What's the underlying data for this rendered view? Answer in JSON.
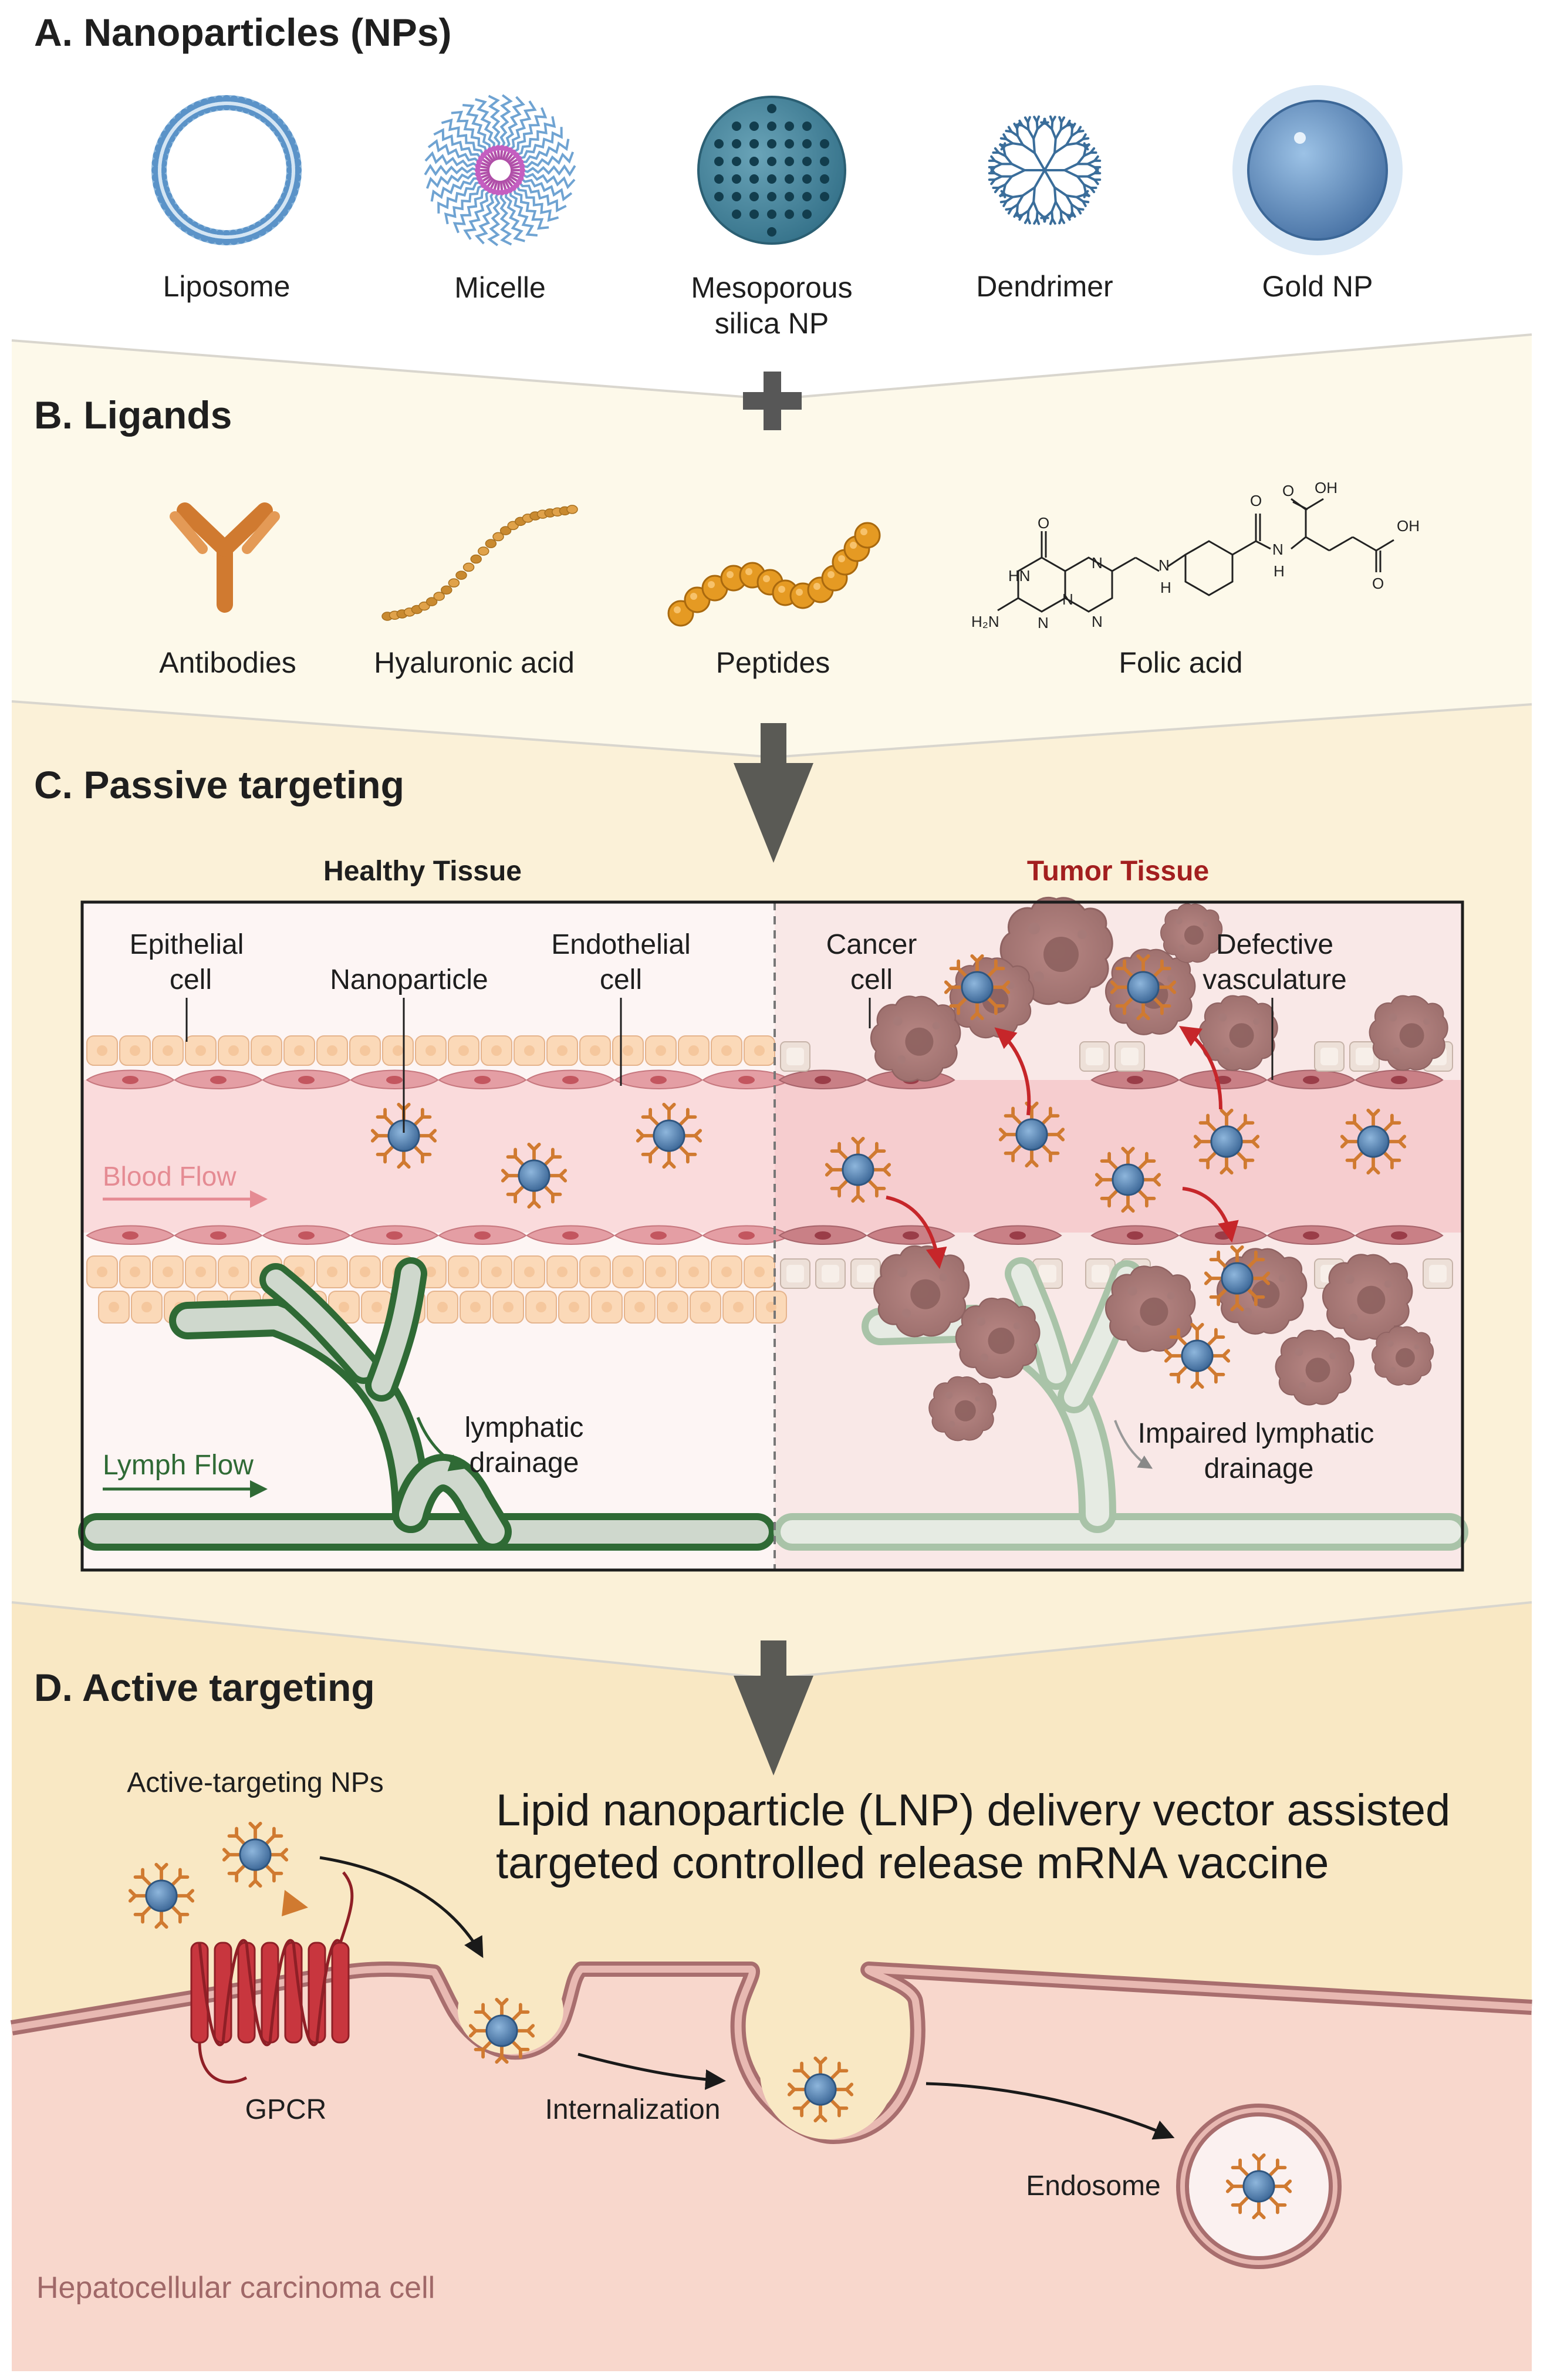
{
  "sections": {
    "a_title": "A. Nanoparticles (NPs)",
    "b_title": "B. Ligands",
    "c_title": "C. Passive targeting",
    "d_title": "D. Active targeting"
  },
  "nanoparticles": {
    "liposome": "Liposome",
    "micelle": "Micelle",
    "mesoporous_line1": "Mesoporous",
    "mesoporous_line2": "silica NP",
    "dendrimer": "Dendrimer",
    "gold": "Gold NP"
  },
  "ligands": {
    "antibodies": "Antibodies",
    "hyaluronic": "Hyaluronic acid",
    "peptides": "Peptides",
    "folic": "Folic acid",
    "folic_atoms": {
      "oh1": "OH",
      "oh2": "OH",
      "o1": "O",
      "o2": "O",
      "o3": "O",
      "o4": "O",
      "hn": "HN",
      "h2n": "H₂N",
      "n1": "N",
      "n2": "N",
      "n3": "N",
      "n4": "N",
      "nh_n": "N",
      "nh_h": "H",
      "amide_n": "N",
      "amide_h": "H"
    }
  },
  "passive": {
    "healthy": "Healthy Tissue",
    "tumor": "Tumor Tissue",
    "epithelial_line1": "Epithelial",
    "epithelial_line2": "cell",
    "nanoparticle": "Nanoparticle",
    "endothelial_line1": "Endothelial",
    "endothelial_line2": "cell",
    "cancer_line1": "Cancer",
    "cancer_line2": "cell",
    "defective_line1": "Defective",
    "defective_line2": "vasculature",
    "blood_flow": "Blood Flow",
    "lymph_flow": "Lymph Flow",
    "lymph_drain_line1": "lymphatic",
    "lymph_drain_line2": "drainage",
    "impaired_line1": "Impaired lymphatic",
    "impaired_line2": "drainage"
  },
  "active": {
    "nps": "Active-targeting NPs",
    "caption_line1": "Lipid nanoparticle (LNP) delivery vector assisted",
    "caption_line2": "targeted controlled release mRNA vaccine",
    "gpcr": "GPCR",
    "internalization": "Internalization",
    "endosome": "Endosome",
    "cell": "Hepatocellular carcinoma cell"
  },
  "colors": {
    "ligand_bg": "#fdf9ea",
    "passive_bg": "#fbf1d8",
    "active_bg": "#f9e8c4",
    "cell_bg": "#f8d7cc",
    "tumor_label": "#a31f1f",
    "nanoparticle": "#4d79a8",
    "ligand_orange": "#d97b2c"
  }
}
